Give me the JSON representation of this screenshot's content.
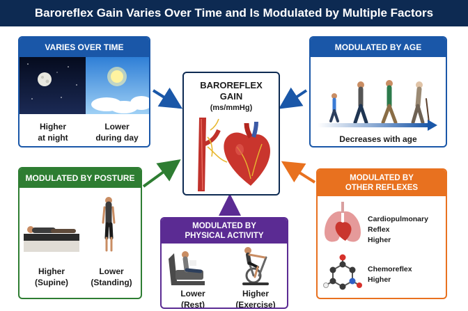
{
  "header": {
    "title": "Baroreflex Gain Varies Over Time and Is Modulated by Multiple Factors"
  },
  "center": {
    "title_line1": "BAROREFLEX",
    "title_line2": "GAIN",
    "unit": "(ms/mmHg)"
  },
  "time": {
    "title": "VARIES OVER TIME",
    "night_line1": "Higher",
    "night_line2": "at night",
    "day_line1": "Lower",
    "day_line2": "during day"
  },
  "age": {
    "title": "MODULATED BY AGE",
    "caption": "Decreases with age"
  },
  "posture": {
    "title": "MODULATED BY POSTURE",
    "supine_line1": "Higher",
    "supine_line2": "(Supine)",
    "standing_line1": "Lower",
    "standing_line2": "(Standing)"
  },
  "activity": {
    "title_line1": "MODULATED BY",
    "title_line2": "PHYSICAL ACTIVITY",
    "rest_line1": "Lower",
    "rest_line2": "(Rest)",
    "exercise_line1": "Higher",
    "exercise_line2": "(Exercise)"
  },
  "reflexes": {
    "title_line1": "MODULATED BY",
    "title_line2": "OTHER REFLEXES",
    "cardio_line1": "Cardiopulmonary Reflex",
    "cardio_line2": "Higher",
    "chemo_line1": "Chemoreflex",
    "chemo_line2": "Higher"
  },
  "colors": {
    "navy": "#0d2a52",
    "blue": "#1a57a8",
    "green": "#2e7d32",
    "purple": "#5b2b93",
    "orange": "#e8711f"
  }
}
